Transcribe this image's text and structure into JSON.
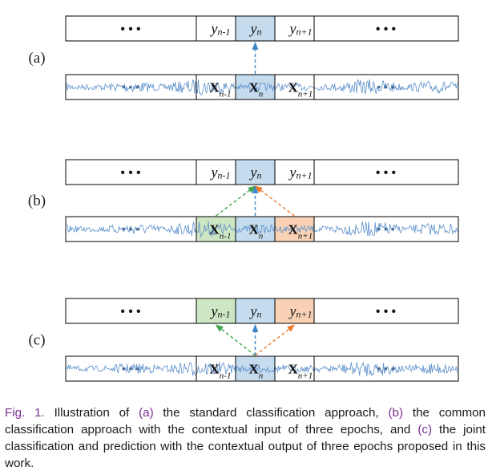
{
  "panels": [
    {
      "label": "(a)",
      "ellipsis": "•••",
      "outputs": [
        {
          "base": "y",
          "sub": "n-1",
          "fill": "#ffffff"
        },
        {
          "base": "y",
          "sub": "n",
          "fill": "#c5dcee"
        },
        {
          "base": "y",
          "sub": "n+1",
          "fill": "#ffffff"
        }
      ],
      "inputs": [
        {
          "base": "X",
          "sub": "n-1",
          "fill": "none"
        },
        {
          "base": "X",
          "sub": "n",
          "fill": "#c5dcee"
        },
        {
          "base": "X",
          "sub": "n+1",
          "fill": "none"
        }
      ],
      "arrows": [
        {
          "from": 1,
          "to": 1,
          "color": "#3b86c8"
        }
      ]
    },
    {
      "label": "(b)",
      "ellipsis": "•••",
      "outputs": [
        {
          "base": "y",
          "sub": "n-1",
          "fill": "#ffffff"
        },
        {
          "base": "y",
          "sub": "n",
          "fill": "#c5dcee"
        },
        {
          "base": "y",
          "sub": "n+1",
          "fill": "#ffffff"
        }
      ],
      "inputs": [
        {
          "base": "X",
          "sub": "n-1",
          "fill": "#cfe6c5"
        },
        {
          "base": "X",
          "sub": "n",
          "fill": "#c5dcee"
        },
        {
          "base": "X",
          "sub": "n+1",
          "fill": "#f9d2b5"
        }
      ],
      "arrows": [
        {
          "from": 0,
          "to": 1,
          "color": "#3fa44a"
        },
        {
          "from": 1,
          "to": 1,
          "color": "#3b86c8"
        },
        {
          "from": 2,
          "to": 1,
          "color": "#ef7a2e"
        }
      ]
    },
    {
      "label": "(c)",
      "ellipsis": "•••",
      "outputs": [
        {
          "base": "y",
          "sub": "n-1",
          "fill": "#cfe6c5"
        },
        {
          "base": "y",
          "sub": "n",
          "fill": "#c5dcee"
        },
        {
          "base": "y",
          "sub": "n+1",
          "fill": "#f9d2b5"
        }
      ],
      "inputs": [
        {
          "base": "X",
          "sub": "n-1",
          "fill": "none"
        },
        {
          "base": "X",
          "sub": "n",
          "fill": "#c5dcee"
        },
        {
          "base": "X",
          "sub": "n+1",
          "fill": "none"
        }
      ],
      "arrows": [
        {
          "from": 1,
          "to": 0,
          "color": "#3fa44a"
        },
        {
          "from": 1,
          "to": 1,
          "color": "#3b86c8"
        },
        {
          "from": 1,
          "to": 2,
          "color": "#ef7a2e"
        }
      ]
    }
  ],
  "caption": {
    "fig_label": "Fig. 1.",
    "t1": " Illustration of ",
    "a": "(a)",
    "t2": " the standard classification approach, ",
    "b": "(b)",
    "t3": " the common classification approach with the contextual input of three epochs, and ",
    "c": "(c)",
    "t4": " the joint classification and prediction with the contextual output of three epochs proposed in this work."
  },
  "colors": {
    "signal": "#5b8fcb",
    "box_stroke": "#000000",
    "blue_fill": "#c5dcee",
    "green_fill": "#cfe6c5",
    "orange_fill": "#f9d2b5"
  }
}
